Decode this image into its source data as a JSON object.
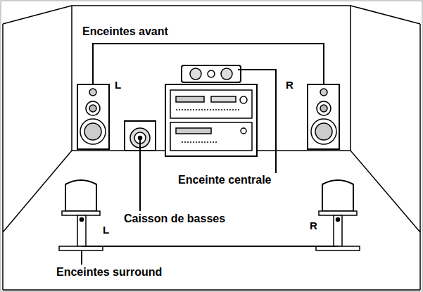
{
  "diagram": {
    "labels": [
      "Enceintes avant",
      "L",
      "R",
      "Enceinte centrale",
      "Caisson de basses",
      "L",
      "R",
      "Enceintes surround"
    ]
  }
}
